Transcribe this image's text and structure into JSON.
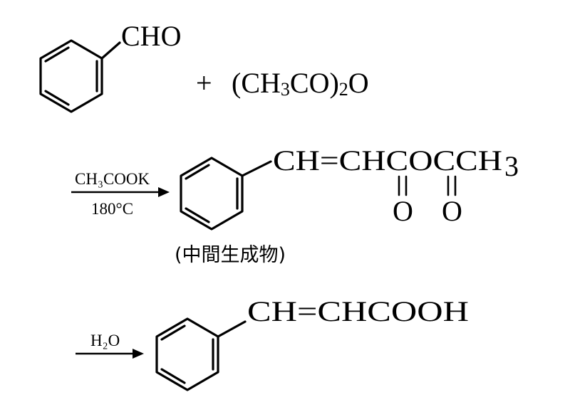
{
  "reactant1": {
    "group": "CHO"
  },
  "reactant2": {
    "plus": "+",
    "open": "(CH",
    "sub3": "3",
    "mid": "CO)",
    "sub2": "2",
    "end": "O"
  },
  "step1": {
    "reagent_top": "CH₃COOK",
    "reagent_bottom": "180°C",
    "chain": "CH=CHCOCCH",
    "chain_sub": "3",
    "carbonyl_o1": "O",
    "carbonyl_o2": "O",
    "label": "(中間生成物)"
  },
  "step2": {
    "reagent": "H₂O",
    "product": "CH=CHCOOH"
  }
}
